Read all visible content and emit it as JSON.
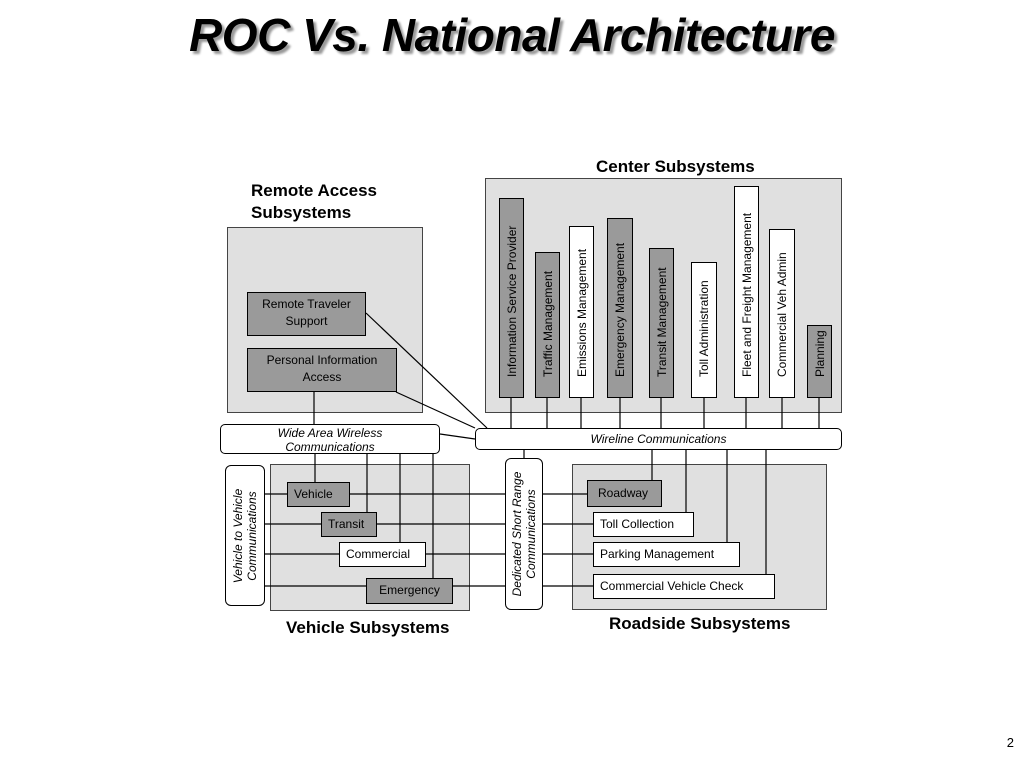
{
  "title": "ROC Vs. National Architecture",
  "page_number": "2",
  "headings": {
    "center": "Center Subsystems",
    "remote_line1": "Remote Access",
    "remote_line2": "Subsystems",
    "vehicle": "Vehicle Subsystems",
    "roadside": "Roadside Subsystems"
  },
  "center_subsystems": [
    {
      "label": "Information Service Provider",
      "shade": "dark"
    },
    {
      "label": "Traffic Management",
      "shade": "dark"
    },
    {
      "label": "Emissions Management",
      "shade": "light"
    },
    {
      "label": "Emergency Management",
      "shade": "dark"
    },
    {
      "label": "Transit Management",
      "shade": "dark"
    },
    {
      "label": "Toll Administration",
      "shade": "light"
    },
    {
      "label": "Fleet and Freight Management",
      "shade": "light"
    },
    {
      "label": "Commercial Veh Admin",
      "shade": "light"
    },
    {
      "label": "Planning",
      "shade": "dark"
    }
  ],
  "remote_access": [
    {
      "line1": "Remote Traveler",
      "line2": "Support",
      "shade": "dark"
    },
    {
      "line1": "Personal Information",
      "line2": "Access",
      "shade": "dark"
    }
  ],
  "communications": {
    "wide_area_line1": "Wide Area Wireless",
    "wide_area_line2": "Communications",
    "wireline": "Wireline Communications",
    "v2v_line1": "Vehicle to Vehicle",
    "v2v_line2": "Communications",
    "dsrc_line1": "Dedicated Short Range",
    "dsrc_line2": "Communications"
  },
  "vehicle_subsystems": [
    {
      "label": "Vehicle",
      "shade": "dark"
    },
    {
      "label": "Transit",
      "shade": "dark"
    },
    {
      "label": "Commercial",
      "shade": "light"
    },
    {
      "label": "Emergency",
      "shade": "dark"
    }
  ],
  "roadside_subsystems": [
    {
      "label": "Roadway",
      "shade": "dark"
    },
    {
      "label": "Toll Collection",
      "shade": "light"
    },
    {
      "label": "Parking Management",
      "shade": "light"
    },
    {
      "label": "Commercial Vehicle Check",
      "shade": "light"
    }
  ],
  "colors": {
    "panel": "#e0e0e0",
    "dark_box": "#9a9a9a",
    "light_box": "#ffffff",
    "line": "#000000"
  }
}
